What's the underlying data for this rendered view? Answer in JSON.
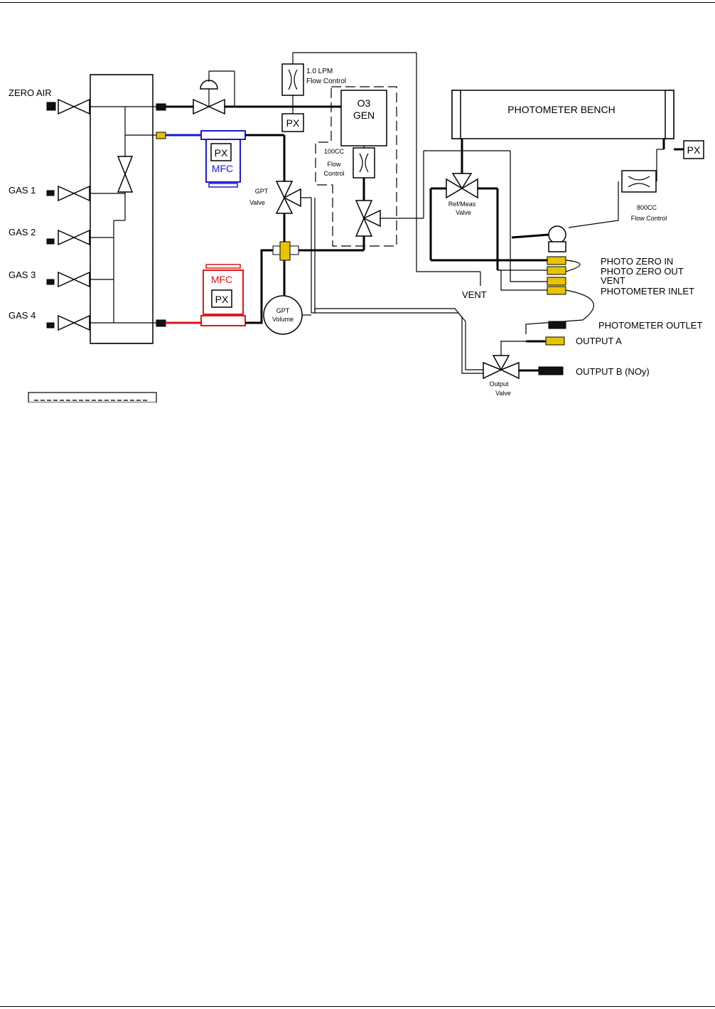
{
  "labels": {
    "zero_air": "ZERO AIR",
    "gas1": "GAS 1",
    "gas2": "GAS 2",
    "gas3": "GAS 3",
    "gas4": "GAS 4",
    "flow_1lpm_a": "1.0 LPM",
    "flow_1lpm_b": "Flow Control",
    "px": "PX",
    "o3_a": "O3",
    "o3_b": "GEN",
    "flow_100cc_a": "100CC",
    "flow_100cc_b": "Flow",
    "flow_100cc_c": "Control",
    "mfc": "MFC",
    "gpt_valve_a": "GPT",
    "gpt_valve_b": "Valve",
    "gpt_volume_a": "GPT",
    "gpt_volume_b": "Volume",
    "photometer_bench": "PHOTOMETER BENCH",
    "refmeas_a": "Ref/Meas",
    "refmeas_b": "Valve",
    "flow_800cc_a": "800CC",
    "flow_800cc_b": "Flow Control",
    "photo_zero_in": "PHOTO ZERO IN",
    "photo_zero_out": "PHOTO ZERO OUT",
    "vent_port": "VENT",
    "photometer_inlet": "PHOTOMETER INLET",
    "vent_line": "VENT",
    "photometer_outlet": "PHOTOMETER OUTLET",
    "output_a": "OUTPUT A",
    "output_b": "OUTPUT B (NOy)",
    "output_valve_a": "Output",
    "output_valve_b": "Valve"
  },
  "colors": {
    "line": "#000000",
    "mfc_blue": "#1a1ad0",
    "mfc_red": "#e01818",
    "fitting_yellow": "#e8c400"
  }
}
